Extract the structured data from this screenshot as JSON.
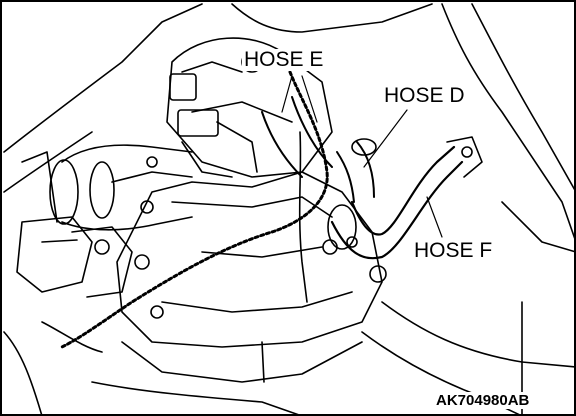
{
  "labels": {
    "hose_e": "HOSE E",
    "hose_d": "HOSE D",
    "hose_f": "HOSE F"
  },
  "figure_code": "AK704980AB"
}
